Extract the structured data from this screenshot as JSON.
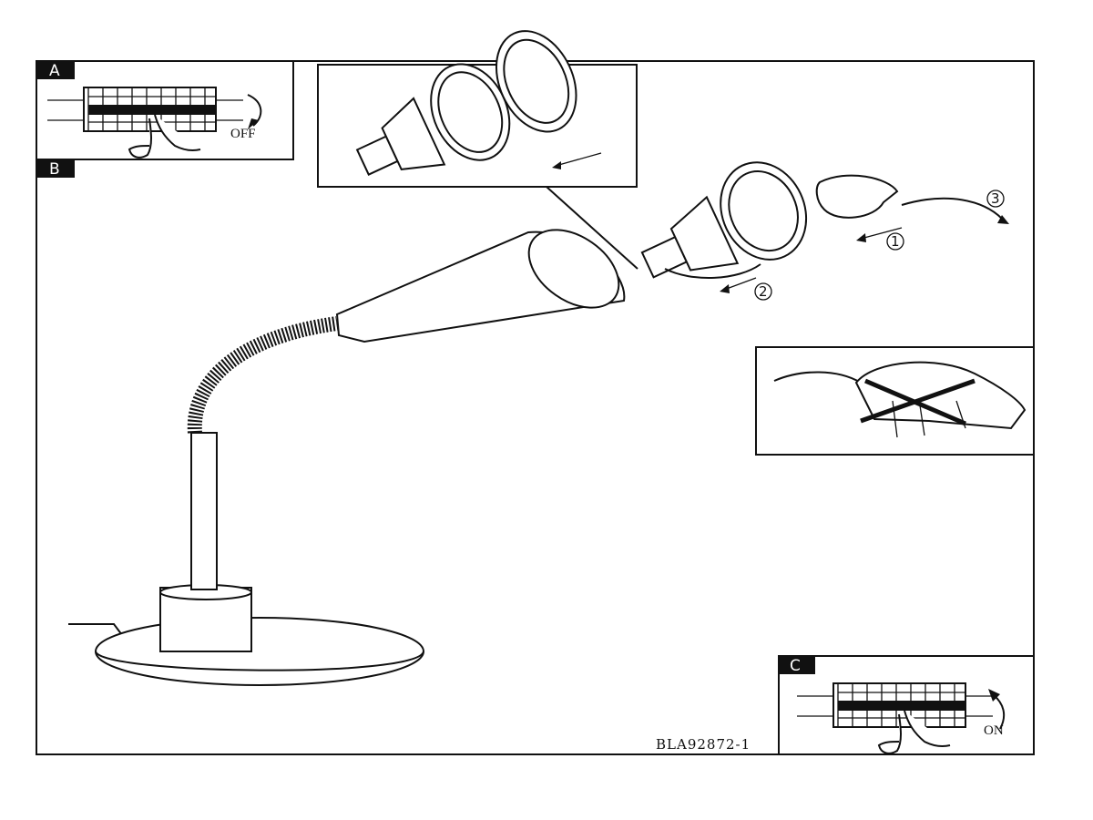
{
  "panels": {
    "a": {
      "label": "A",
      "action": "OFF"
    },
    "b": {
      "label": "B"
    },
    "c": {
      "label": "C",
      "action": "ON"
    }
  },
  "steps": [
    "1",
    "2",
    "3"
  ],
  "document_code": "BLA92872-1"
}
